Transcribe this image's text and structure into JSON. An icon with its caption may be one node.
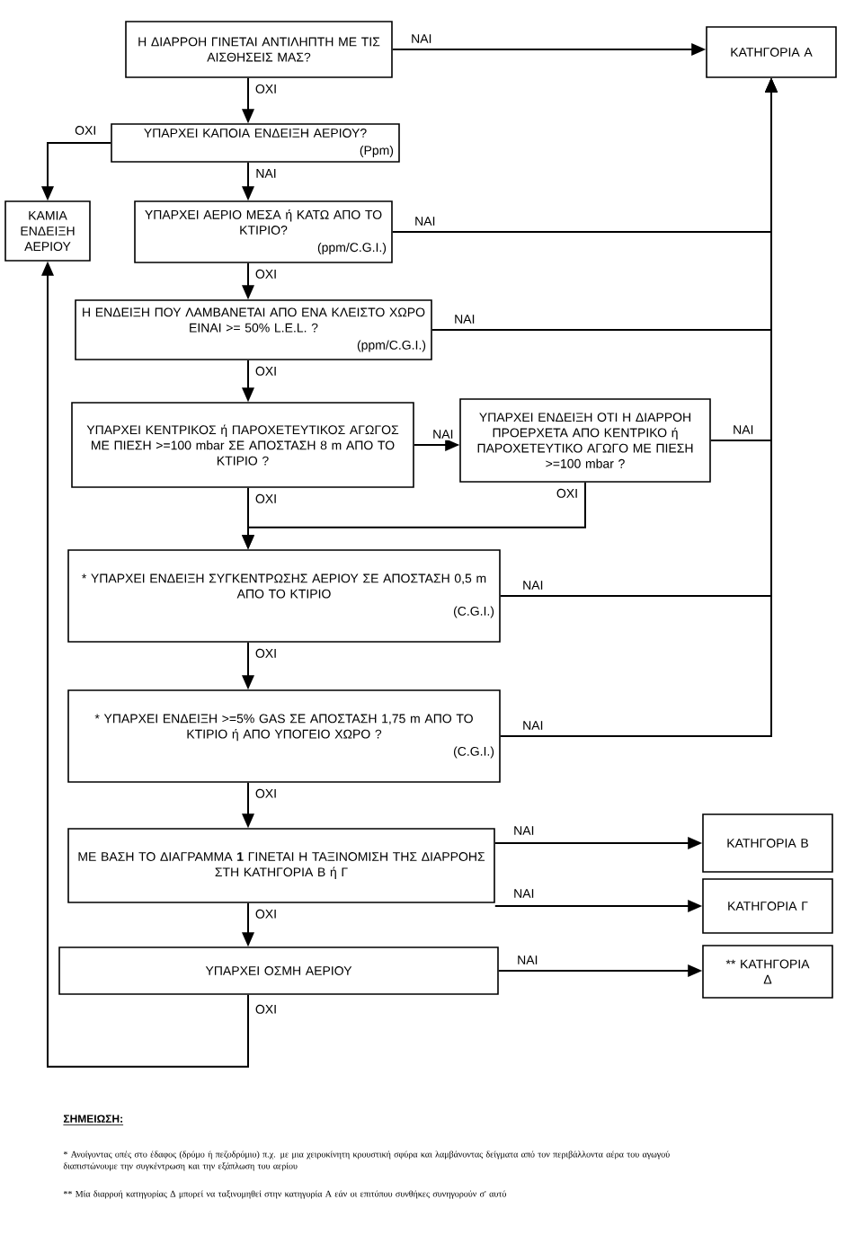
{
  "diagram": {
    "nodes": [
      {
        "text": [
          "Η ΔΙΑΡΡΟΗ ΓΙΝΕΤΑΙ ΑΝΤΙΛΗΠΤΗ ΜΕ ΤΙΣ ΑΙΣΘΗΣΕΙΣ ΜΑΣ?"
        ]
      },
      {
        "text": [
          "ΚΑΤΗΓΟΡΙΑ Α"
        ]
      },
      {
        "text": [
          "ΥΠΑΡΧΕΙ ΚΑΠΟΙΑ ΕΝΔΕΙΞΗ ΑΕΡΙΟΥ?",
          "(Ppm)"
        ]
      },
      {
        "text": [
          "ΚΑΜΙΑ ΕΝΔΕΙΞΗ ΑΕΡΙΟΥ"
        ]
      },
      {
        "text": [
          "ΥΠΑΡΧΕΙ ΑΕΡΙΟ ΜΕΣΑ ή ΚΑΤΩ ΑΠΟ ΤΟ ΚΤΙΡΙΟ?",
          "(ppm/C.G.I.)"
        ]
      },
      {
        "text": [
          "Η ΕΝΔΕΙΞΗ ΠΟΥ ΛΑΜΒΑΝΕΤΑΙ ΑΠΟ ΕΝΑ ΚΛΕΙΣΤΟ ΧΩΡΟ ΕΙΝΑΙ >= 50% L.E.L. ?",
          "(ppm/C.G.I.)"
        ]
      },
      {
        "text": [
          "ΥΠΑΡΧΕΙ ΚΕΝΤΡΙΚΟΣ ή ΠΑΡΟΧΕΤΕΥΤΙΚΟΣ ΑΓΩΓΟΣ ΜΕ ΠΙΕΣΗ >=100 mbar ΣΕ ΑΠΟΣΤΑΣΗ 8 m ΑΠΟ ΤΟ ΚΤΙΡΙΟ ?"
        ]
      },
      {
        "text": [
          "ΥΠΑΡΧΕΙ ΕΝΔΕΙΞΗ ΟΤΙ Η ΔΙΑΡΡΟΗ ΠΡΟΕΡΧΕΤΑ ΑΠΟ ΚΕΝΤΡΙΚΟ ή ΠΑΡΟΧΕΤΕΥΤΙΚΟ ΑΓΩΓΟ ΜΕ ΠΙΕΣΗ >=100 mbar ?"
        ]
      },
      {
        "text": [
          "* ΥΠΑΡΧΕΙ ΕΝΔΕΙΞΗ ΣΥΓΚΕΝΤΡΩΣΗΣ ΑΕΡΙΟΥ ΣΕ ΑΠΟΣΤΑΣΗ 0,5 m ΑΠΟ ΤΟ ΚΤΙΡΙΟ",
          "(C.G.I.)"
        ]
      },
      {
        "text": [
          "* ΥΠΑΡΧΕΙ ΕΝΔΕΙΞΗ >=5% GAS ΣΕ ΑΠΟΣΤΑΣΗ 1,75 m ΑΠΟ ΤΟ ΚΤΙΡΙΟ ή ΑΠΟ ΥΠΟΓΕΙΟ ΧΩΡΟ ?",
          "(C.G.I.)"
        ]
      },
      {
        "text": [
          "ΜΕ ΒΑΣΗ ΤΟ ΔΙΑΓΡΑΜΜΑ **1** ΓΙΝΕΤΑΙ Η ΤΑΞΙΝΟΜΙΣΗ ΤΗΣ ΔΙΑΡΡΟΗΣ ΣΤΗ ΚΑΤΗΓΟΡΙΑ Β ή Γ"
        ]
      },
      {
        "text": [
          "ΚΑΤΗΓΟΡΙΑ Β"
        ]
      },
      {
        "text": [
          "ΚΑΤΗΓΟΡΙΑ Γ"
        ]
      },
      {
        "text": [
          "ΥΠΑΡΧΕΙ ΟΣΜΗ ΑΕΡΙΟΥ"
        ]
      },
      {
        "text": [
          "** ΚΑΤΗΓΟΡΙΑ Δ"
        ]
      }
    ],
    "edges": [
      {
        "from": 0,
        "to": 1,
        "arrow": "to",
        "label": "ΝΑΙ"
      },
      {
        "from": 0,
        "to": 2,
        "arrow": "to",
        "label": "ΟΧΙ"
      },
      {
        "from": 2,
        "to": 3,
        "arrow": "to",
        "label": "ΟΧΙ"
      },
      {
        "from": 2,
        "to": 4,
        "arrow": "to",
        "label": "ΝΑΙ"
      },
      {
        "from": 4,
        "to": 1,
        "arrow": "to",
        "label": "ΝΑΙ"
      },
      {
        "from": 4,
        "to": 5,
        "arrow": "to",
        "label": "ΟΧΙ"
      },
      {
        "from": 5,
        "to": 1,
        "arrow": "to",
        "label": "ΝΑΙ"
      },
      {
        "from": 5,
        "to": 6,
        "arrow": "to",
        "label": "ΟΧΙ"
      },
      {
        "from": 6,
        "to": 7,
        "arrow": "to",
        "label": "ΝΑΙ"
      },
      {
        "from": 6,
        "to": 8,
        "arrow": "to",
        "label": "ΟΧΙ"
      },
      {
        "from": 7,
        "to": 1,
        "arrow": "to",
        "label": "ΝΑΙ"
      },
      {
        "from": 7,
        "to": 8,
        "arrow": "to",
        "label": "ΟΧΙ"
      },
      {
        "from": 8,
        "to": 1,
        "arrow": "to",
        "label": "ΝΑΙ"
      },
      {
        "from": 8,
        "to": 9,
        "arrow": "to",
        "label": "ΟΧΙ"
      },
      {
        "from": 9,
        "to": 1,
        "arrow": "to",
        "label": "ΝΑΙ"
      },
      {
        "from": 9,
        "to": 10,
        "arrow": "to",
        "label": "ΟΧΙ"
      },
      {
        "from": 10,
        "to": 11,
        "arrow": "to",
        "label": "ΝΑΙ"
      },
      {
        "from": 10,
        "to": 12,
        "arrow": "to",
        "label": "ΝΑΙ"
      },
      {
        "from": 10,
        "to": 13,
        "arrow": "to",
        "label": "ΟΧΙ"
      },
      {
        "from": 13,
        "to": 14,
        "arrow": "to",
        "label": "ΝΑΙ"
      },
      {
        "from": 13,
        "to": 3,
        "arrow": "to",
        "label": "ΟΧΙ"
      }
    ],
    "labels": [
      "ΣΗΜΕΙΩΣΗ:",
      "* Ανοίγοντας οπές στο έδαφος (δρόμο ή πεζοδρόμιο) π.χ. με μια χειροκίνητη κρουστική σφύρα και λαμβάνοντας δείγματα από τον περιβάλλοντα αέρα του αγωγού διαπιστώνουμε την συγκέντρωση και την εξάπλωση του αερίου",
      "** Μία διαρροή κατηγορίας Δ μπορεί να ταξινομηθεί στην κατηγορία Α εάν οι επιτόπου συνθήκες συνηγορούν σ' αυτό"
    ]
  }
}
